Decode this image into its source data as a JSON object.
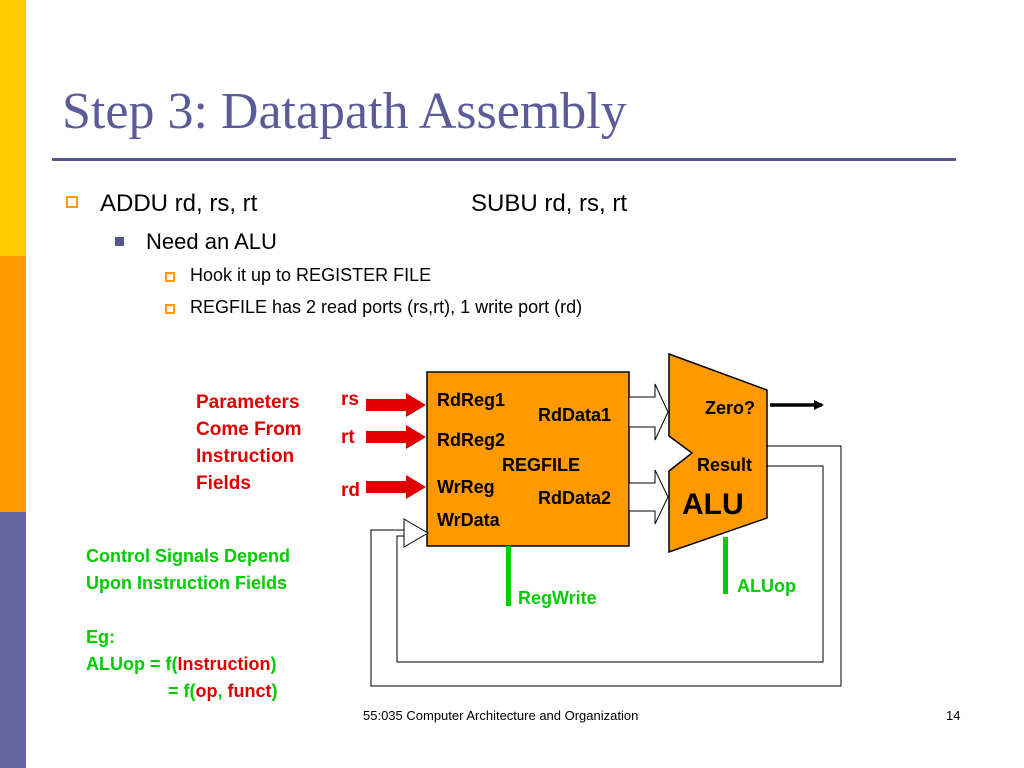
{
  "title": "Step 3:  Datapath Assembly",
  "bullets": {
    "addu": "ADDU  rd, rs, rt",
    "subu": "SUBU  rd, rs, rt",
    "need_alu": "Need an ALU",
    "hook": "Hook it up to REGISTER FILE",
    "ports": "REGFILE has 2 read ports (rs,rt), 1 write port (rd)"
  },
  "params": [
    "Parameters",
    "Come From",
    "Instruction",
    "Fields"
  ],
  "reg_inputs": {
    "rs": "rs",
    "rt": "rt",
    "rd": "rd"
  },
  "regfile": {
    "rdreg1": "RdReg1",
    "rdreg2": "RdReg2",
    "wrreg": "WrReg",
    "wrdata": "WrData",
    "rddata1": "RdData1",
    "rddata2": "RdData2",
    "name": "REGFILE",
    "fill": "#FF9900"
  },
  "alu": {
    "zero": "Zero?",
    "result": "Result",
    "name": "ALU",
    "fill": "#FF9900"
  },
  "control": {
    "regwrite": "RegWrite",
    "aluop": "ALUop"
  },
  "notes": {
    "line1": "Control Signals Depend",
    "line2": "Upon Instruction Fields",
    "eg": "Eg:",
    "l4_prefix": "ALUop = f(",
    "l4_red": "Instruction",
    "l4_suffix": ")",
    "l5_prefix": "= f(",
    "l5_op": "op",
    "l5_sep": ", ",
    "l5_funct": "funct",
    "l5_suffix": ")"
  },
  "footer": {
    "course": "55:035 Computer Architecture and Organization",
    "page": "14"
  },
  "colors": {
    "accent": "#FF9900",
    "title": "#5B5B9A",
    "red": "#E00000",
    "green": "#00CC00"
  }
}
